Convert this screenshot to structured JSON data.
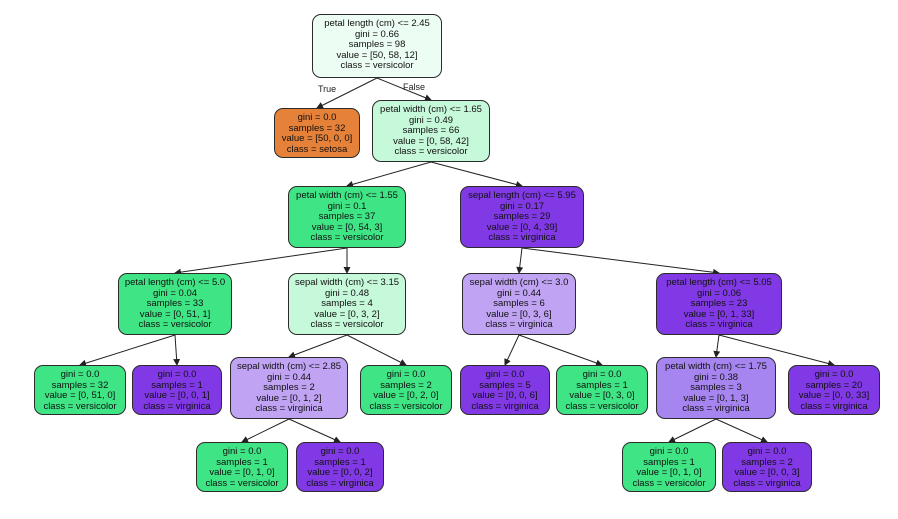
{
  "colors": {
    "setosa": "#e58139",
    "versicolor_light": "#ecfdf4",
    "versicolor_mid": "#c6f8da",
    "versicolor_strong": "#3fe485",
    "virginica_light": "#c0a3f3",
    "virginica_mid": "#a785f0",
    "virginica_strong": "#8139e5"
  },
  "edge_labels": {
    "true": "True",
    "false": "False"
  },
  "nodes": [
    {
      "id": "n0",
      "color": "versicolor_light",
      "lines": [
        "petal length (cm) <= 2.45",
        "gini = 0.66",
        "samples = 98",
        "value = [50, 58, 12]",
        "class = versicolor"
      ]
    },
    {
      "id": "n1",
      "color": "setosa",
      "lines": [
        "gini = 0.0",
        "samples = 32",
        "value = [50, 0, 0]",
        "class = setosa"
      ]
    },
    {
      "id": "n2",
      "color": "versicolor_mid",
      "lines": [
        "petal width (cm) <= 1.65",
        "gini = 0.49",
        "samples = 66",
        "value = [0, 58, 42]",
        "class = versicolor"
      ]
    },
    {
      "id": "n3",
      "color": "versicolor_strong",
      "lines": [
        "petal width (cm) <= 1.55",
        "gini = 0.1",
        "samples = 37",
        "value = [0, 54, 3]",
        "class = versicolor"
      ]
    },
    {
      "id": "n4",
      "color": "virginica_strong",
      "lines": [
        "sepal length (cm) <= 5.95",
        "gini = 0.17",
        "samples = 29",
        "value = [0, 4, 39]",
        "class = virginica"
      ]
    },
    {
      "id": "n5",
      "color": "versicolor_strong",
      "lines": [
        "petal length (cm) <= 5.0",
        "gini = 0.04",
        "samples = 33",
        "value = [0, 51, 1]",
        "class = versicolor"
      ]
    },
    {
      "id": "n6",
      "color": "versicolor_mid",
      "lines": [
        "sepal width (cm) <= 3.15",
        "gini = 0.48",
        "samples = 4",
        "value = [0, 3, 2]",
        "class = versicolor"
      ]
    },
    {
      "id": "n7",
      "color": "virginica_light",
      "lines": [
        "sepal width (cm) <= 3.0",
        "gini = 0.44",
        "samples = 6",
        "value = [0, 3, 6]",
        "class = virginica"
      ]
    },
    {
      "id": "n8",
      "color": "virginica_strong",
      "lines": [
        "petal length (cm) <= 5.05",
        "gini = 0.06",
        "samples = 23",
        "value = [0, 1, 33]",
        "class = virginica"
      ]
    },
    {
      "id": "n9",
      "color": "versicolor_strong",
      "lines": [
        "gini = 0.0",
        "samples = 32",
        "value = [0, 51, 0]",
        "class = versicolor"
      ]
    },
    {
      "id": "n10",
      "color": "virginica_strong",
      "lines": [
        "gini = 0.0",
        "samples = 1",
        "value = [0, 0, 1]",
        "class = virginica"
      ]
    },
    {
      "id": "n11",
      "color": "virginica_light",
      "lines": [
        "sepal width (cm) <= 2.85",
        "gini = 0.44",
        "samples = 2",
        "value = [0, 1, 2]",
        "class = virginica"
      ]
    },
    {
      "id": "n12",
      "color": "versicolor_strong",
      "lines": [
        "gini = 0.0",
        "samples = 2",
        "value = [0, 2, 0]",
        "class = versicolor"
      ]
    },
    {
      "id": "n13",
      "color": "virginica_strong",
      "lines": [
        "gini = 0.0",
        "samples = 5",
        "value = [0, 0, 6]",
        "class = virginica"
      ]
    },
    {
      "id": "n14",
      "color": "versicolor_strong",
      "lines": [
        "gini = 0.0",
        "samples = 1",
        "value = [0, 3, 0]",
        "class = versicolor"
      ]
    },
    {
      "id": "n15",
      "color": "virginica_mid",
      "lines": [
        "petal width (cm) <= 1.75",
        "gini = 0.38",
        "samples = 3",
        "value = [0, 1, 3]",
        "class = virginica"
      ]
    },
    {
      "id": "n16",
      "color": "virginica_strong",
      "lines": [
        "gini = 0.0",
        "samples = 20",
        "value = [0, 0, 33]",
        "class = virginica"
      ]
    },
    {
      "id": "n17",
      "color": "versicolor_strong",
      "lines": [
        "gini = 0.0",
        "samples = 1",
        "value = [0, 1, 0]",
        "class = versicolor"
      ]
    },
    {
      "id": "n18",
      "color": "virginica_strong",
      "lines": [
        "gini = 0.0",
        "samples = 1",
        "value = [0, 0, 2]",
        "class = virginica"
      ]
    },
    {
      "id": "n19",
      "color": "versicolor_strong",
      "lines": [
        "gini = 0.0",
        "samples = 1",
        "value = [0, 1, 0]",
        "class = versicolor"
      ]
    },
    {
      "id": "n20",
      "color": "virginica_strong",
      "lines": [
        "gini = 0.0",
        "samples = 2",
        "value = [0, 0, 3]",
        "class = virginica"
      ]
    }
  ],
  "edges": [
    [
      "n0",
      "n1"
    ],
    [
      "n0",
      "n2"
    ],
    [
      "n2",
      "n3"
    ],
    [
      "n2",
      "n4"
    ],
    [
      "n3",
      "n5"
    ],
    [
      "n3",
      "n6"
    ],
    [
      "n4",
      "n7"
    ],
    [
      "n4",
      "n8"
    ],
    [
      "n5",
      "n9"
    ],
    [
      "n5",
      "n10"
    ],
    [
      "n6",
      "n11"
    ],
    [
      "n6",
      "n12"
    ],
    [
      "n7",
      "n13"
    ],
    [
      "n7",
      "n14"
    ],
    [
      "n8",
      "n15"
    ],
    [
      "n8",
      "n16"
    ],
    [
      "n11",
      "n17"
    ],
    [
      "n11",
      "n18"
    ],
    [
      "n15",
      "n19"
    ],
    [
      "n15",
      "n20"
    ]
  ]
}
